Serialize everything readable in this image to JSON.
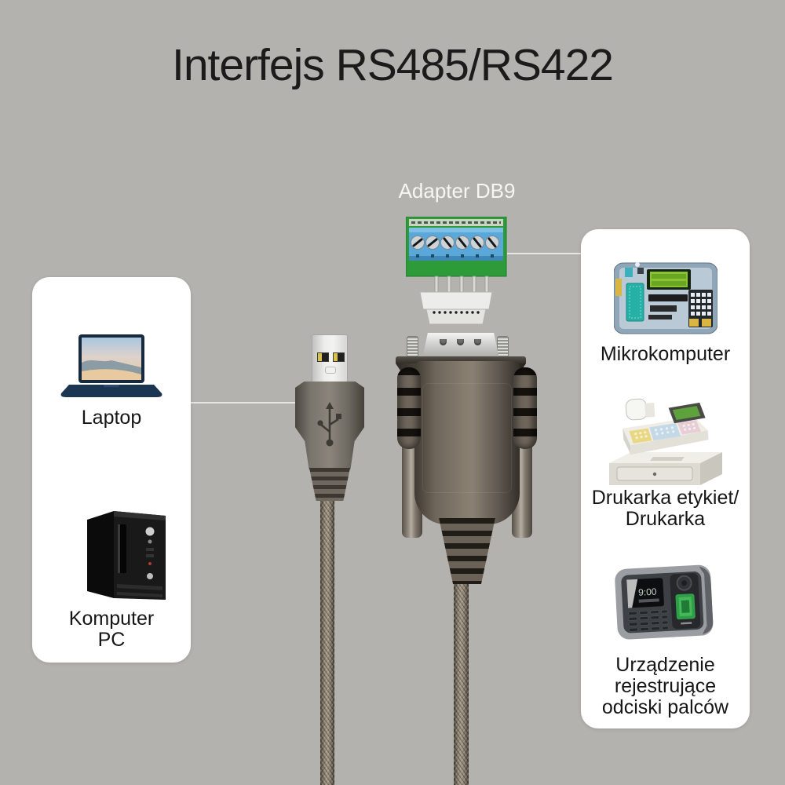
{
  "title": "Interfejs RS485/RS422",
  "adapter": {
    "label": "Adapter DB9"
  },
  "left_card": {
    "laptop": {
      "label": "Laptop"
    },
    "pc": {
      "label_line1": "Komputer",
      "label_line2": "PC"
    }
  },
  "right_card": {
    "microcomputer": {
      "label": "Mikrokomputer"
    },
    "printer": {
      "label_line1": "Drukarka etykiet/",
      "label_line2": "Drukarka"
    },
    "fingerprint": {
      "label_line1": "Urządzenie",
      "label_line2": "rejestrujące",
      "label_line3": "odciski palców",
      "display_time": "9:00"
    }
  },
  "colors": {
    "background": "#b4b2ae",
    "card": "#ffffff",
    "title_text": "#1b1b1b",
    "adapter_label_text": "#f6f6f3",
    "pcb_green": "#2d9b3a",
    "terminal_blue": "#5aa7d9",
    "connector_line": "#e7e6e2",
    "cable_braid": "#8c8171"
  }
}
